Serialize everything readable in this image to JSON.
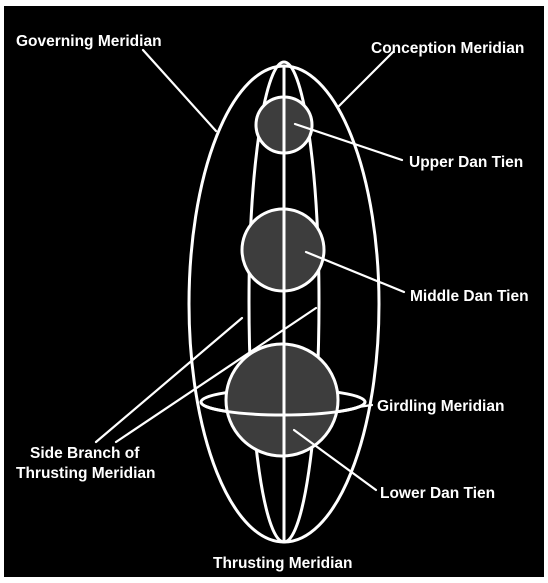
{
  "colors": {
    "background": "#000000",
    "frame": "#ffffff",
    "lines": "#ffffff",
    "dan_tien_fill": "#3d3d3d",
    "text": "#ffffff"
  },
  "labels": {
    "governing_meridian": "Governing Meridian",
    "conception_meridian": "Conception Meridian",
    "upper_dan_tien": "Upper Dan Tien",
    "middle_dan_tien": "Middle Dan Tien",
    "girdling_meridian": "Girdling Meridian",
    "side_branch_line1": "Side Branch of",
    "side_branch_line2": "Thrusting Meridian",
    "lower_dan_tien": "Lower Dan Tien",
    "thrusting_meridian": "Thrusting Meridian"
  }
}
